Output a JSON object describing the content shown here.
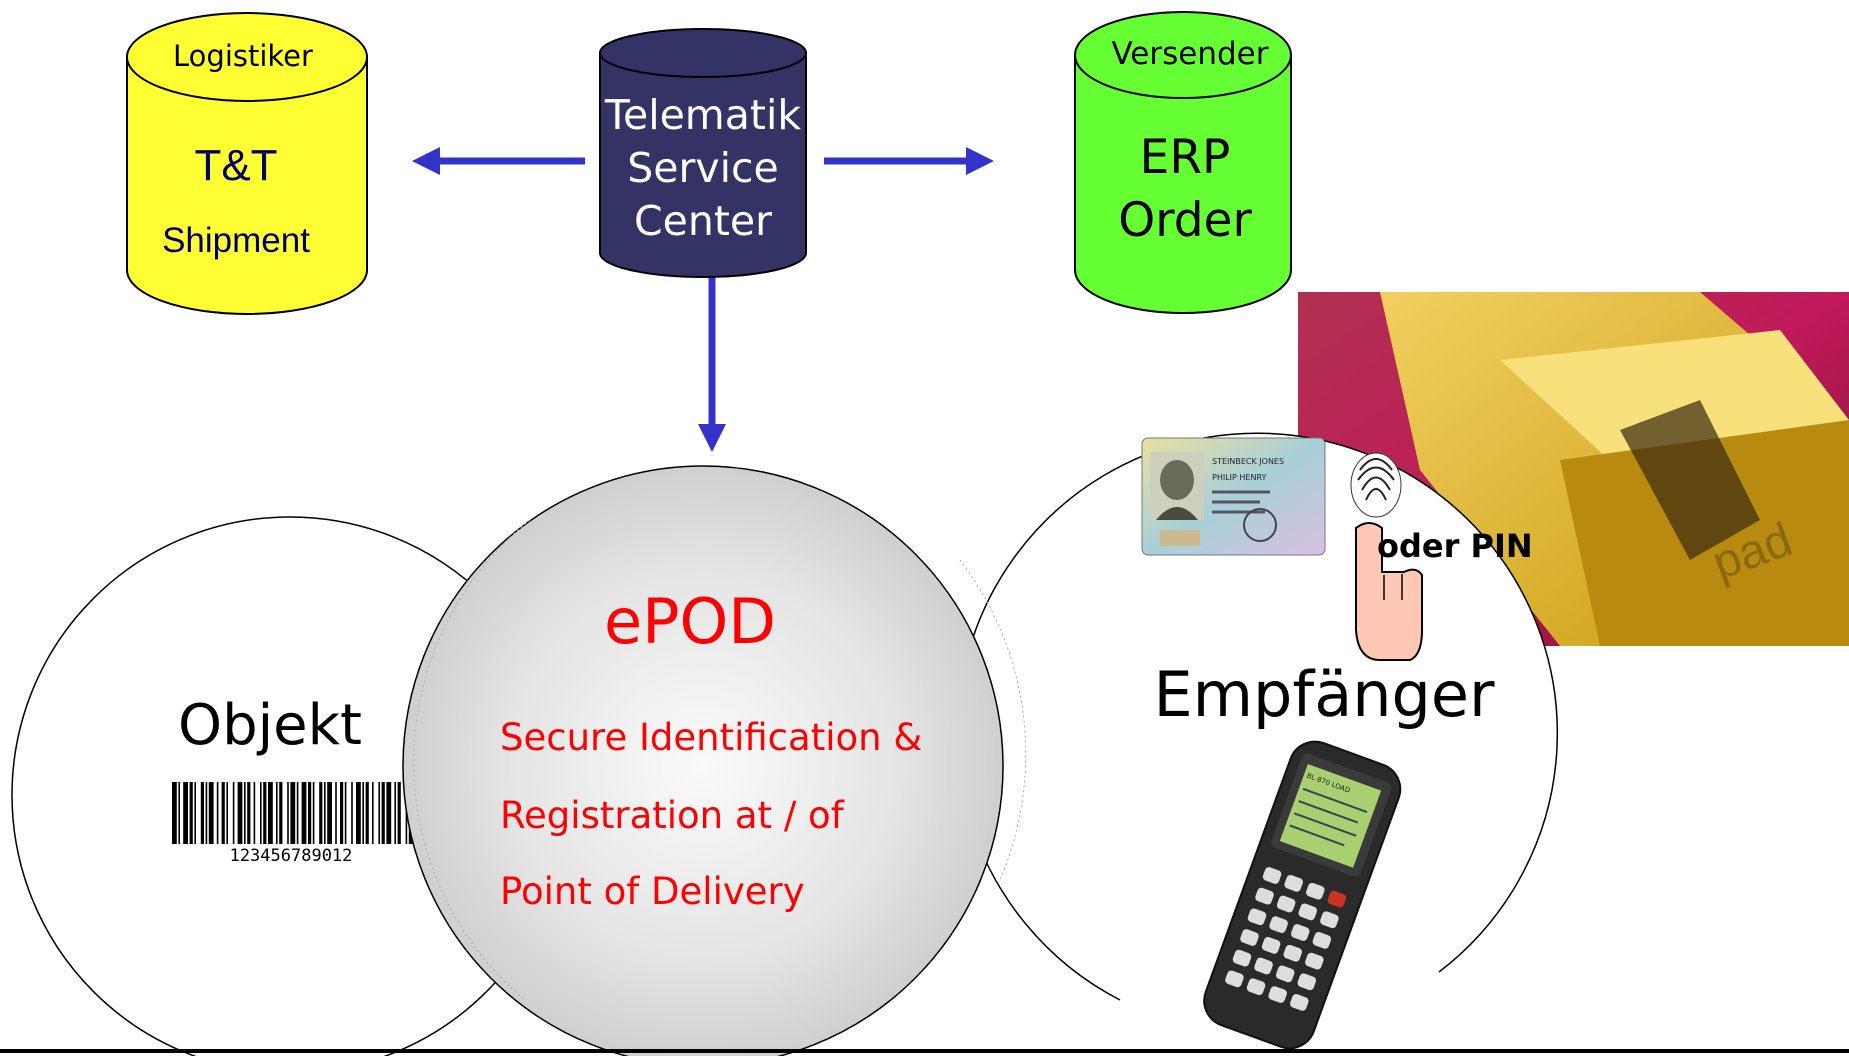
{
  "colors": {
    "logistiker_fill": "#ffff33",
    "telematik_fill": "#333366",
    "versender_fill": "#66ff33",
    "arrow": "#3333cc",
    "epod_text": "#ff0000",
    "dark_text": "#000066"
  },
  "logistiker": {
    "label": "Logistiker",
    "line1": "T&T",
    "line2": "Shipment"
  },
  "telematik": {
    "line1": "Telematik",
    "line2": "Service",
    "line3": "Center"
  },
  "versender": {
    "label": "Versender",
    "line1": "ERP",
    "line2": "Order"
  },
  "objekt": {
    "title": "Objekt",
    "barcode_number": "123456789012"
  },
  "epod": {
    "title": "ePOD",
    "line1": "Secure Identification &",
    "line2": "Registration at / of",
    "line3": "Point of Delivery"
  },
  "empfaenger": {
    "title": "Empfänger",
    "pin_text": "oder PIN",
    "id_card_name": "STEINBECK JONES",
    "id_card_first": "PHILIP HENRY",
    "handheld_screen": "BL 870 LOAD"
  },
  "photo_label": "pad"
}
